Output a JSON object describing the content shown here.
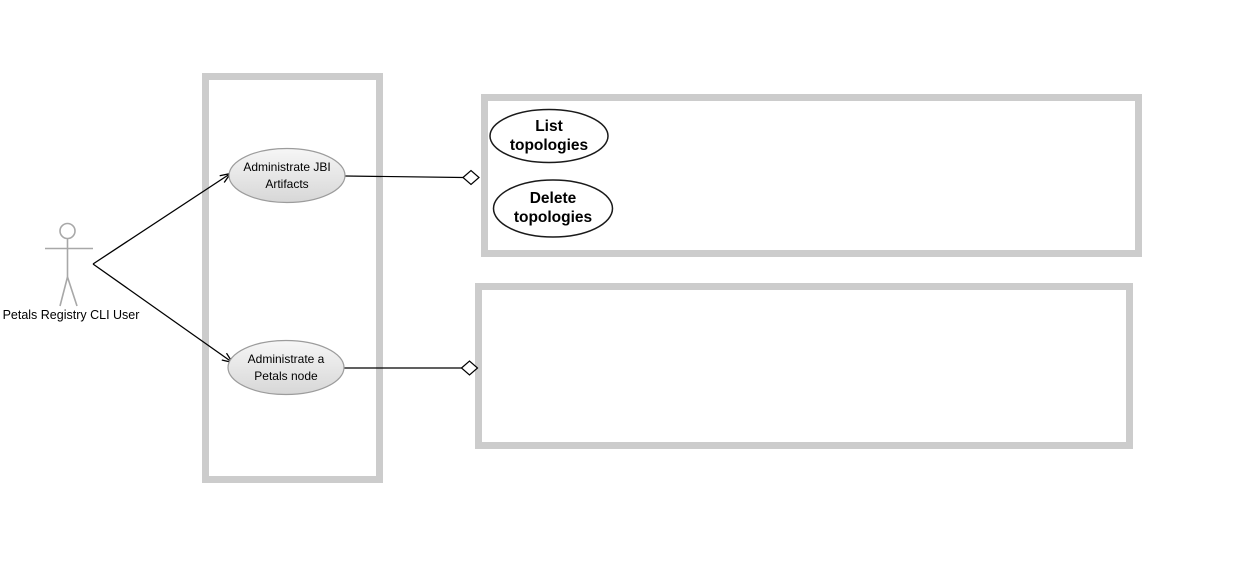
{
  "actor": {
    "label": "Petals Registry CLI User"
  },
  "use_cases": {
    "administrate_jbi": {
      "label": "Administrate JBI\nArtifacts"
    },
    "administrate_node": {
      "label": "Administrate a\nPetals node"
    },
    "list_topologies": {
      "label": "List\ntopologies"
    },
    "delete_topologies": {
      "label": "Delete\ntopologies"
    }
  },
  "colors": {
    "frame_border": "#cccccc",
    "actor_stroke": "#a8a8a8",
    "usecase_fill_top": "#f6f6f6",
    "usecase_fill_bottom": "#d7d7d7",
    "usecase_gray_stroke": "#9c9c9c",
    "usecase_white_stroke": "#1a1a1a",
    "connector": "#000000"
  }
}
